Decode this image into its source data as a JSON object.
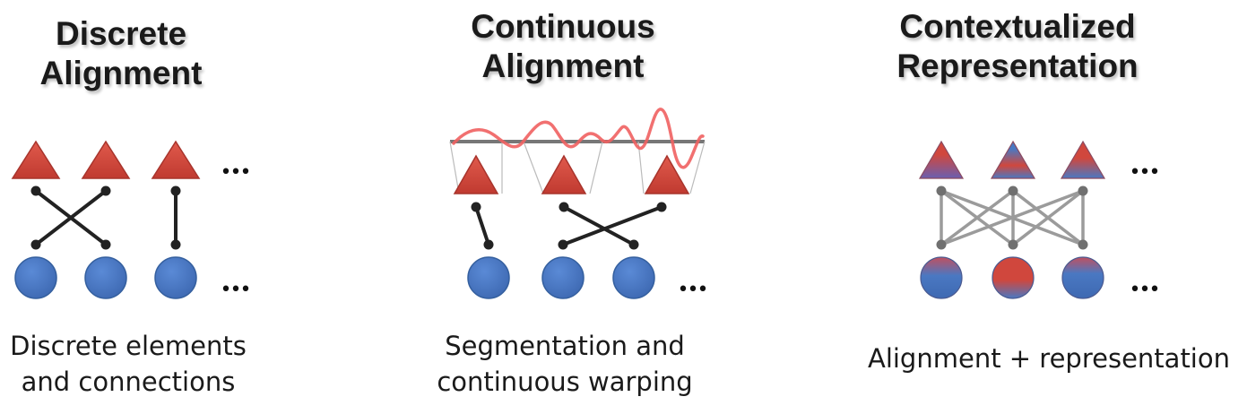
{
  "panels": [
    {
      "title_line1": "Discrete",
      "title_line2": "Alignment",
      "caption_line1": "Discrete elements",
      "caption_line2": "and connections"
    },
    {
      "title_line1": "Continuous",
      "title_line2": "Alignment",
      "caption_line1": "Segmentation and",
      "caption_line2": "continuous warping"
    },
    {
      "title_line1": "Contextualized",
      "title_line2": "Representation",
      "caption_line1": "Alignment + representation",
      "caption_line2": ""
    }
  ],
  "ellipsis": "•••",
  "colors": {
    "triangle_red": "#d0473d",
    "circle_blue": "#4a78c2",
    "signal_red": "#f06060",
    "line_dark": "#222222",
    "line_gray": "#8a8a8a"
  }
}
